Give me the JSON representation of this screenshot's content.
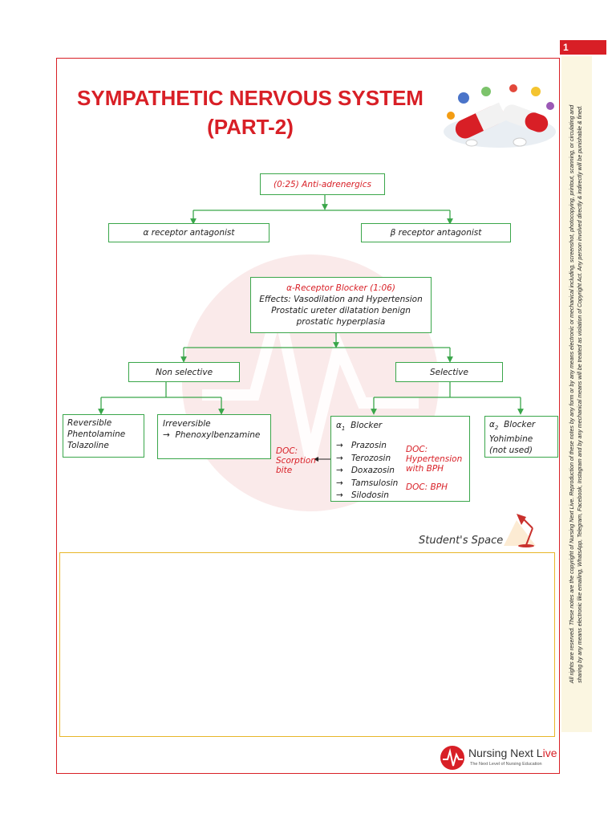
{
  "page_number": "1",
  "title_line1": "SYMPATHETIC NERVOUS SYSTEM",
  "title_line2": "(PART-2)",
  "side_note_line1": "All rights are reserved. These notes are the copyright of Nursing Next Live. Reproduction of these notes by any form or by any means electronic or mechanical including, screenshot, photocopying, printout, scanning, or circulating and",
  "side_note_line2": "sharing by any means electronic like emailing, WhatsApp, Telegram, Facebook, Instagram and by any mechanical means will be treated as violation of Copyright Act. Any person involved directly & indirectly will be punishable & fined.",
  "chart": {
    "root": "(0:25) Anti-adrenergics",
    "alpha_antagonist": "α receptor antagonist",
    "beta_antagonist": "β receptor antagonist",
    "alpha_blocker": {
      "title": "α-Receptor Blocker (1:06)",
      "line1": "Effects: Vasodilation and Hypertension",
      "line2": "Prostatic ureter dilatation benign",
      "line3": "prostatic hyperplasia"
    },
    "non_selective": "Non selective",
    "selective": "Selective",
    "reversible": [
      "Reversible",
      "Phentolamine",
      "Tolazoline"
    ],
    "irreversible": {
      "title": "Irreversible",
      "drug": "Phenoxylbenzamine"
    },
    "alpha1": {
      "title_prefix": "α",
      "title_sub": "1",
      "title_suffix": "Blocker",
      "drugs": [
        "Prazosin",
        "Terozosin",
        "Doxazosin",
        "Tamsulosin",
        "Silodosin"
      ]
    },
    "alpha2": {
      "title_prefix": "α",
      "title_sub": "2",
      "title_suffix": "Blocker",
      "drug": "Yohimbine",
      "note": "(not used)"
    },
    "doc_scorpion": [
      "DOC:",
      "Scorption",
      "bite"
    ],
    "doc_hypertension": [
      "DOC:",
      "Hypertension",
      "with BPH"
    ],
    "doc_bph": "DOC: BPH",
    "arrow_glyph": "→"
  },
  "students_space": "Student's Space",
  "logo": {
    "name_main": "Nursing Next L",
    "name_accent": "ive",
    "tagline": "The Next Level of Nursing Education"
  },
  "colors": {
    "accent_red": "#d81f26",
    "box_green": "#3aa64a",
    "student_box": "#e8b629"
  }
}
